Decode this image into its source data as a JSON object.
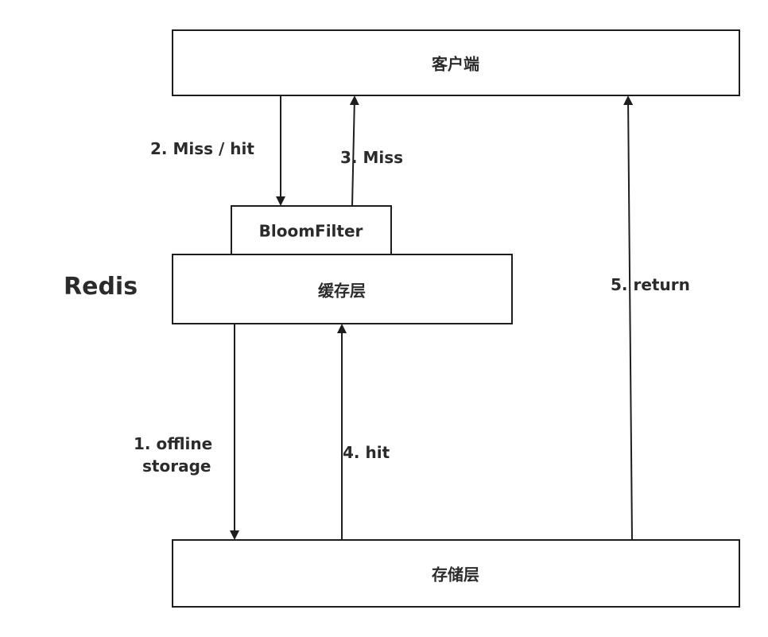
{
  "nodes": {
    "client": "客户端",
    "bloom_filter": "BloomFilter",
    "cache_layer": "缓存层",
    "storage_layer": "存储层"
  },
  "group_label": "Redis",
  "edges": {
    "miss_hit": "2. Miss / hit",
    "miss": "3. Miss",
    "offline_storage_line1": "1. offline",
    "offline_storage_line2": "storage",
    "hit": "4. hit",
    "return": "5. return"
  },
  "colors": {
    "stroke": "#1e1e1e",
    "text": "#2b2b2b",
    "background": "#ffffff"
  }
}
